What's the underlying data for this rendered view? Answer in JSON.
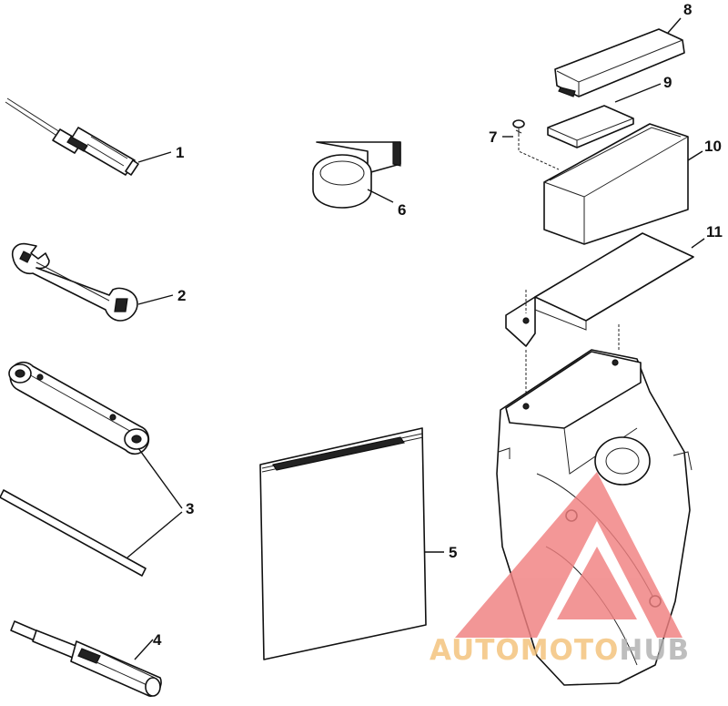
{
  "callouts": [
    "1",
    "2",
    "3",
    "4",
    "5",
    "6",
    "7",
    "8",
    "9",
    "10",
    "11"
  ],
  "watermark": {
    "part1": "AUTOMOTO",
    "part2": "HUB",
    "color_main": "#f3c27a",
    "color_hub": "#b0b0b0",
    "triangle_color": "#f08080"
  }
}
